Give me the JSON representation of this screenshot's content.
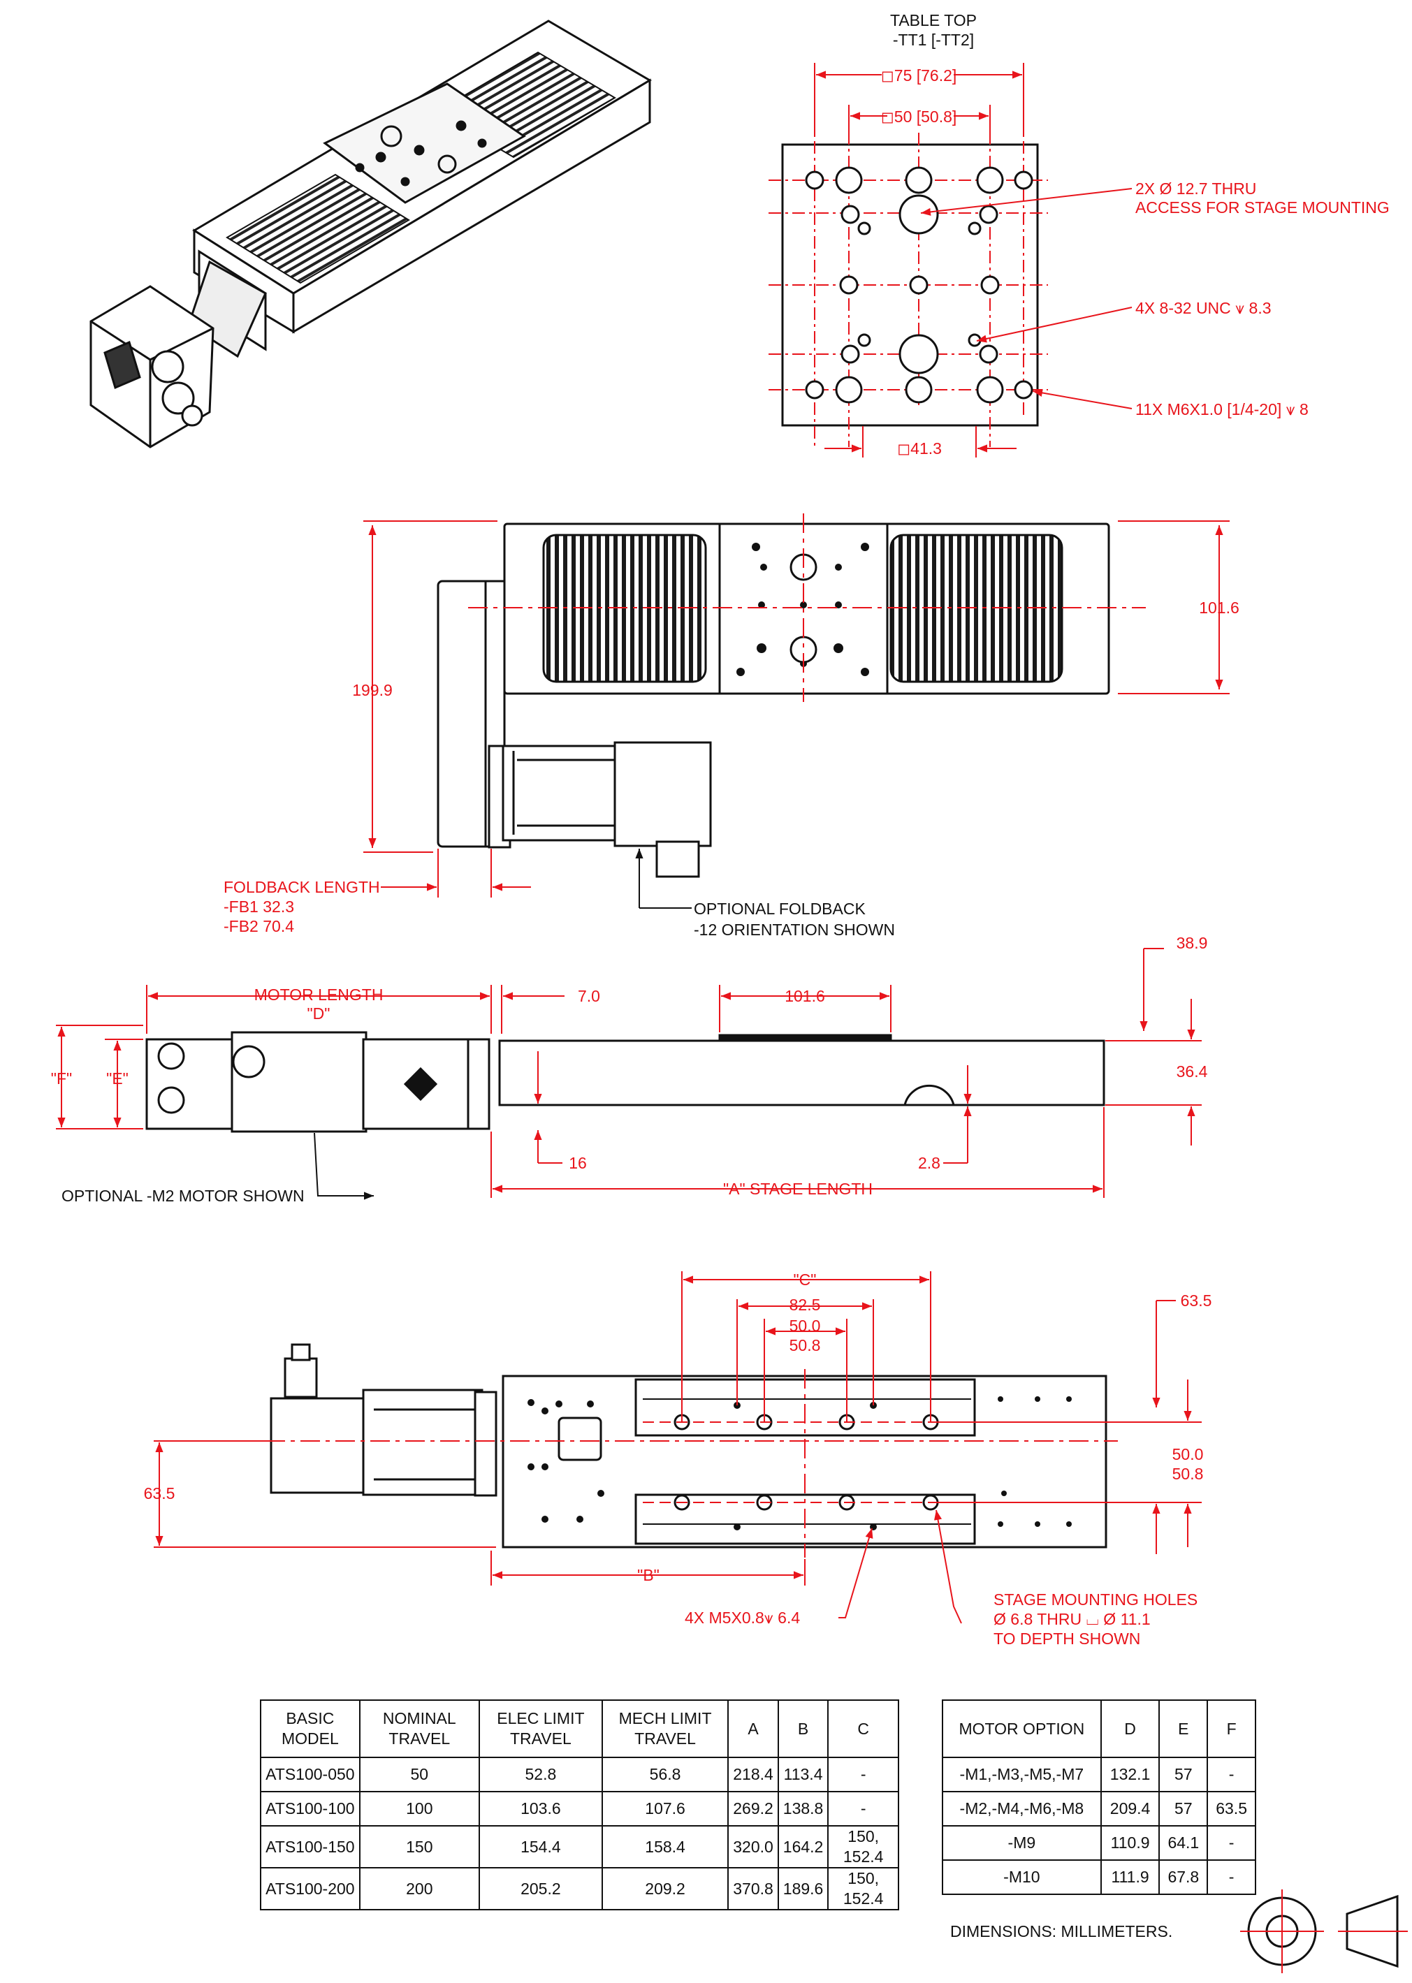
{
  "table_top": {
    "title": "TABLE TOP",
    "subtitle": "-TT1 [-TT2]",
    "dim_outer": "◻75 [76.2]",
    "dim_inner": "◻50 [50.8]",
    "dim_bottom": "◻41.3",
    "callout_thru_1": "2X  Ø  12.7 THRU",
    "callout_thru_2": "ACCESS FOR STAGE MOUNTING",
    "callout_unc": "4X 8-32 UNC  ⩛  8.3",
    "callout_m6": "11X M6X1.0 [1/4-20] ⩛ 8"
  },
  "top_view": {
    "dim_height": "199.9",
    "dim_width": "101.6",
    "foldback_1": "FOLDBACK LENGTH",
    "foldback_2": "-FB1 32.3",
    "foldback_3": "-FB2 70.4",
    "optional_1": "OPTIONAL FOLDBACK",
    "optional_2": "-12 ORIENTATION SHOWN"
  },
  "side_view": {
    "motor_length": "MOTOR LENGTH",
    "motor_d": "\"D\"",
    "dim_7": "7.0",
    "dim_101": "101.6",
    "dim_38": "38.9",
    "dim_36": "36.4",
    "label_f": "\"F\"",
    "label_e": "\"E\"",
    "dim_16": "16",
    "dim_2_8": "2.8",
    "stage_length": "\"A\" STAGE LENGTH",
    "motor_shown": "OPTIONAL -M2 MOTOR SHOWN"
  },
  "bottom_view": {
    "dim_c": "\"C\"",
    "dim_82": "82.5",
    "dim_50a": "50.0",
    "dim_50b": "50.8",
    "dim_63_top": "63.5",
    "dim_63_left": "63.5",
    "dim_50c": "50.0",
    "dim_50d": "50.8",
    "dim_b": "\"B\"",
    "holes_m5": "4X M5X0.8⩛ 6.4",
    "mount_1": "STAGE MOUNTING HOLES",
    "mount_2": "Ø 6.8 THRU ⌴ Ø 11.1",
    "mount_3": "TO DEPTH SHOWN"
  },
  "model_table": {
    "headers": [
      "BASIC MODEL",
      "NOMINAL TRAVEL",
      "ELEC LIMIT TRAVEL",
      "MECH LIMIT TRAVEL",
      "A",
      "B",
      "C"
    ],
    "rows": [
      [
        "ATS100-050",
        "50",
        "52.8",
        "56.8",
        "218.4",
        "113.4",
        "-"
      ],
      [
        "ATS100-100",
        "100",
        "103.6",
        "107.6",
        "269.2",
        "138.8",
        "-"
      ],
      [
        "ATS100-150",
        "150",
        "154.4",
        "158.4",
        "320.0",
        "164.2",
        "150, 152.4"
      ],
      [
        "ATS100-200",
        "200",
        "205.2",
        "209.2",
        "370.8",
        "189.6",
        "150, 152.4"
      ]
    ]
  },
  "motor_table": {
    "headers": [
      "MOTOR OPTION",
      "D",
      "E",
      "F"
    ],
    "rows": [
      [
        "-M1,-M3,-M5,-M7",
        "132.1",
        "57",
        "-"
      ],
      [
        "-M2,-M4,-M6,-M8",
        "209.4",
        "57",
        "63.5"
      ],
      [
        "-M9",
        "110.9",
        "64.1",
        "-"
      ],
      [
        "-M10",
        "111.9",
        "67.8",
        "-"
      ]
    ]
  },
  "units_note": "DIMENSIONS: MILLIMETERS.",
  "colors": {
    "dimension": "#e8141b",
    "line": "#111111"
  }
}
